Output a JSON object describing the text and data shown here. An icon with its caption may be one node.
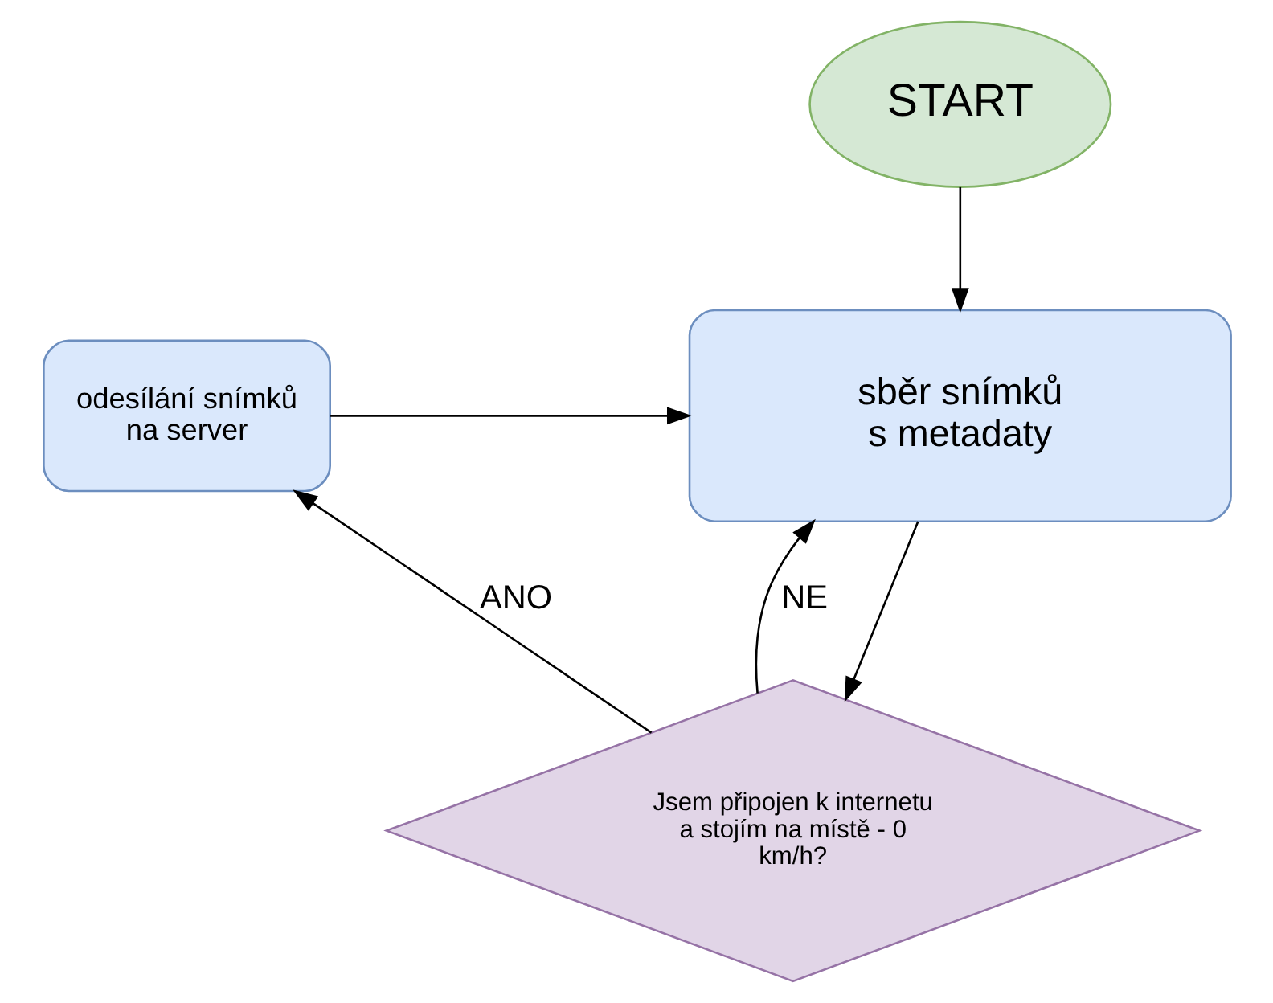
{
  "diagram": {
    "nodes": [
      {
        "text": [
          "START"
        ]
      },
      {
        "text": [
          "sběr snímků s metadaty"
        ]
      },
      {
        "text": [
          "odesílání snímků na server"
        ]
      },
      {
        "text": [
          "Jsem připojen k internetu a stojím na místě - 0 km/h?"
        ]
      }
    ],
    "edges": [
      {
        "from": 0,
        "to": 1,
        "arrow": "to"
      },
      {
        "from": 1,
        "to": 3,
        "arrow": "to"
      },
      {
        "from": 3,
        "to": 1,
        "arrow": "to",
        "label": "NE"
      },
      {
        "from": 3,
        "to": 2,
        "arrow": "to",
        "label": "ANO"
      },
      {
        "from": 2,
        "to": 1,
        "arrow": "to"
      }
    ]
  }
}
